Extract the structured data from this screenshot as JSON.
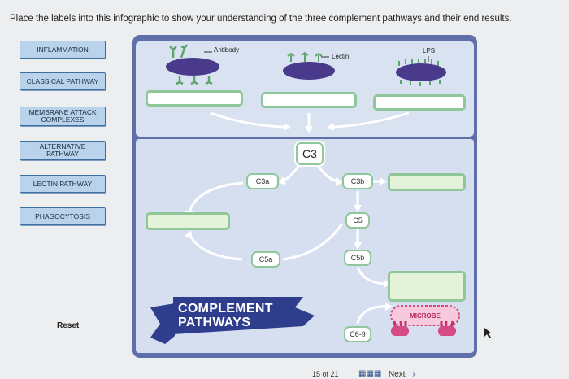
{
  "instructions": "Place the labels into this infographic to show your understanding of the three complement pathways and their end results.",
  "labels": [
    {
      "text": "INFLAMMATION"
    },
    {
      "text": "CLASSICAL PATHWAY"
    },
    {
      "text": "MEMBRANE ATTACK COMPLEXES"
    },
    {
      "text": "ALTERNATIVE PATHWAY"
    },
    {
      "text": "LECTIN PATHWAY"
    },
    {
      "text": "PHAGOCYTOSIS"
    }
  ],
  "reset_label": "Reset",
  "infographic": {
    "antibody": "Antibody",
    "lectin": "Lectin",
    "lps": "LPS",
    "c3": "C3",
    "c3a": "C3a",
    "c3b": "C3b",
    "c5": "C5",
    "c5a": "C5a",
    "c5b": "C5b",
    "c6_9": "C6-9",
    "microbe": "MICROBE",
    "title_line1": "COMPLEMENT",
    "title_line2": "PATHWAYS"
  },
  "footer": {
    "pager": "15 of 21",
    "next": "Next",
    "next_glyph": "›"
  },
  "colors": {
    "frame": "#5e6fa9",
    "microbe_fill": "#4a3a8c",
    "green_border": "#8fc79a",
    "banner": "#2f3e8c"
  }
}
